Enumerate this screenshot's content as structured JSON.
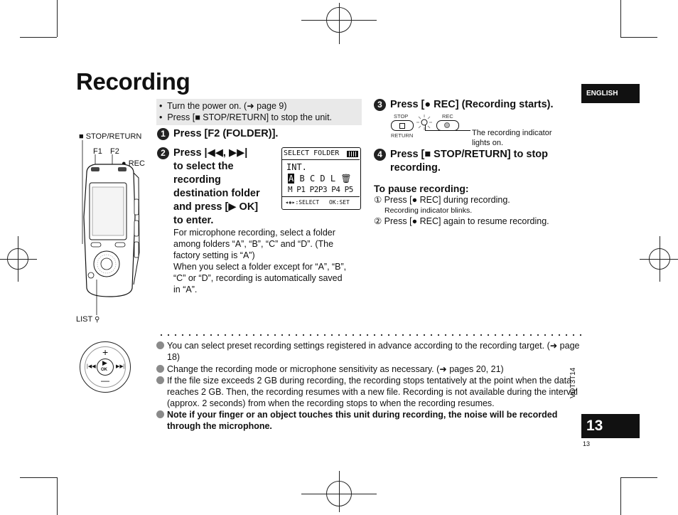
{
  "title": "Recording",
  "language_tab": "ENGLISH",
  "page_number": "13",
  "page_number_small": "13",
  "doc_code": "VQT3T14",
  "prep": [
    "Turn the power on. (➜ page 9)",
    "Press [■ STOP/RETURN] to stop the unit."
  ],
  "device_labels": {
    "stop_return": "■ STOP/RETURN",
    "f1": "F1",
    "f2": "F2",
    "rec": "● REC",
    "list": "LIST"
  },
  "step1": {
    "num": "1",
    "text": "Press [F2 (FOLDER)]."
  },
  "step2": {
    "num": "2",
    "lines": [
      "Press |◀◀, ▶▶|",
      "to select the",
      "recording",
      "destination folder",
      "and press [▶ OK]",
      "to enter."
    ],
    "body": [
      "For microphone recording, select a folder",
      "among folders “A”, “B”, “C” and “D”. (The",
      "factory setting is “A”)",
      "When you select a folder except for “A”, “B”,",
      "“C” or “D”, recording is automatically saved",
      "in “A”."
    ]
  },
  "lcd": {
    "title": "SELECT FOLDER",
    "mode": "INT.",
    "row1": [
      "A",
      "B",
      "C",
      "D",
      "L",
      "🗑"
    ],
    "row2": [
      "M",
      "P1",
      "P2",
      "P3",
      "P4",
      "P5"
    ],
    "footer_left": "◂◈▸:SELECT",
    "footer_right": "OK:SET"
  },
  "step3": {
    "num": "3",
    "text": "Press [● REC] (Recording starts).",
    "stop_label": "STOP",
    "return_label": "RETURN",
    "rec_label": "REC",
    "indicator_note": [
      "The recording indicator",
      "lights on."
    ]
  },
  "step4": {
    "num": "4",
    "lines": [
      "Press [■ STOP/RETURN] to stop",
      "recording."
    ]
  },
  "pause": {
    "heading": "To pause recording:",
    "item1": "① Press [● REC] during recording.",
    "item1_sub": "Recording indicator blinks.",
    "item2": "② Press [● REC] again to resume recording."
  },
  "dpad": {
    "plus": "+",
    "minus": "—",
    "left": "|◀◀",
    "right": "▶▶|",
    "center": "▶",
    "ok": "OK"
  },
  "notes": [
    {
      "text": "You can select preset recording settings registered in advance according to the recording target. (➜ page 18)",
      "bold": false
    },
    {
      "text": "Change the recording mode or microphone sensitivity as necessary. (➜ pages 20, 21)",
      "bold": false
    },
    {
      "text": "If the file size exceeds 2 GB during recording, the recording stops tentatively at the point when the data reaches 2 GB. Then, the recording resumes with a new file. Recording is not available during the interval (approx. 2 seconds) from when the recording stops to when the recording resumes.",
      "bold": false
    },
    {
      "text": "Note if your finger or an object touches this unit during recording, the noise will be recorded through the microphone.",
      "bold": true
    }
  ]
}
